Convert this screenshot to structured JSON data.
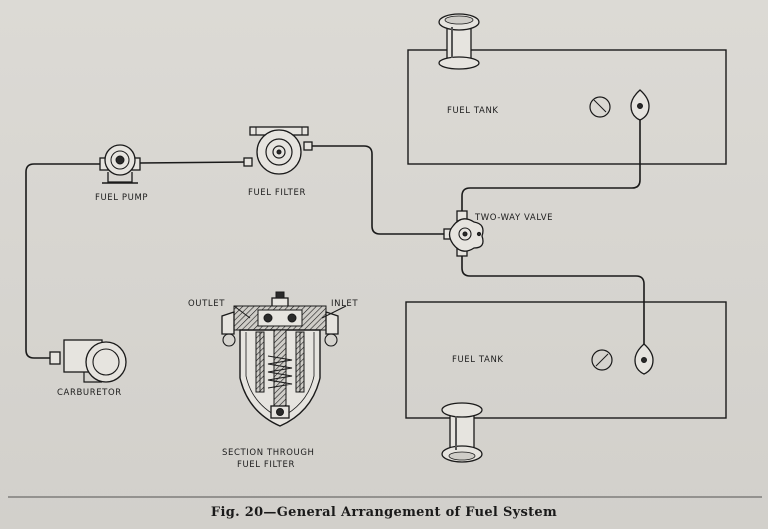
{
  "labels": {
    "fuel_tank_upper": "FUEL TANK",
    "fuel_tank_lower": "FUEL TANK",
    "fuel_pump": "FUEL PUMP",
    "fuel_filter": "FUEL FILTER",
    "two_way_valve": "TWO-WAY VALVE",
    "outlet": "OUTLET",
    "inlet": "INLET",
    "carburetor": "CARBURETOR",
    "section_line1": "SECTION THROUGH",
    "section_line2": "FUEL FILTER"
  },
  "caption": "Fig. 20—General Arrangement of Fuel System"
}
